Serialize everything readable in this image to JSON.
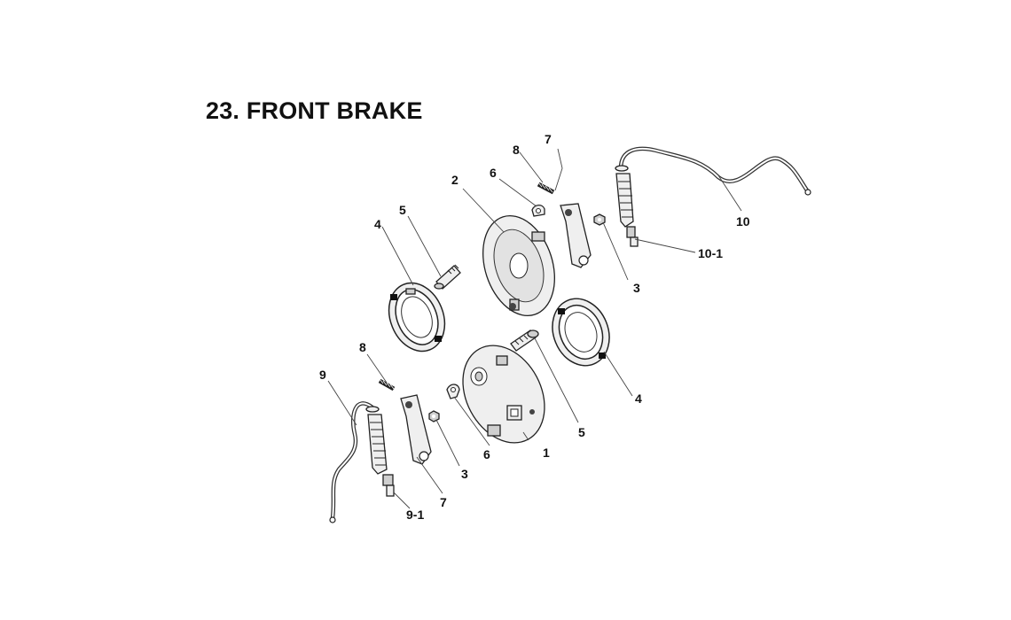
{
  "title": "23. FRONT BRAKE",
  "callouts": {
    "c1": "1",
    "c2": "2",
    "c3a": "3",
    "c3b": "3",
    "c4a": "4",
    "c4b": "4",
    "c5a": "5",
    "c5b": "5",
    "c6a": "6",
    "c6b": "6",
    "c7a": "7",
    "c7b": "7",
    "c8a": "8",
    "c8b": "8",
    "c9": "9",
    "c9_1": "9-1",
    "c10": "10",
    "c10_1": "10-1"
  }
}
